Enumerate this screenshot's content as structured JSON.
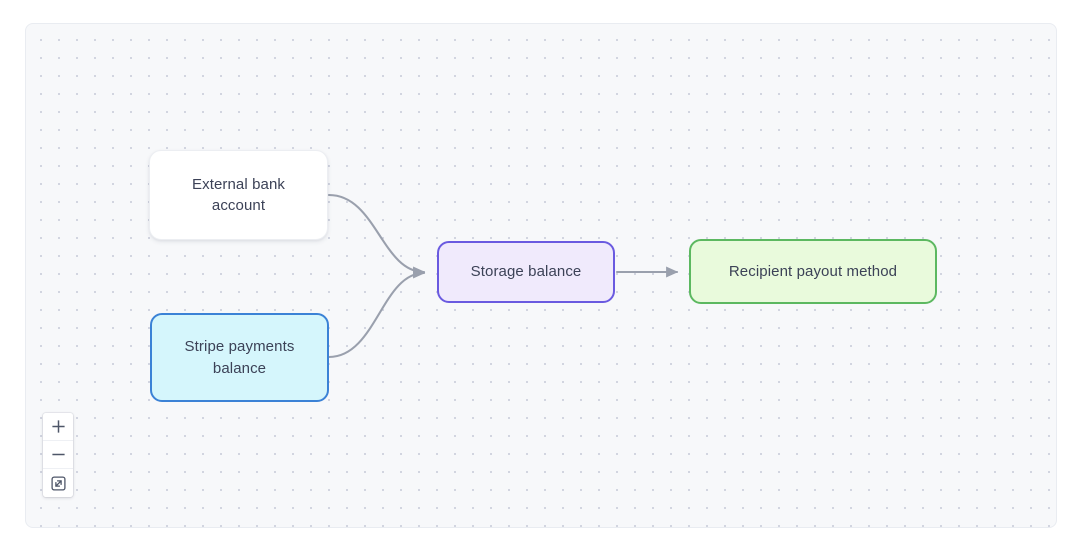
{
  "canvas": {
    "background_color": "#f7f8fa",
    "dot_color": "#d2d5e0",
    "border_color": "#e9ecf1"
  },
  "diagram": {
    "type": "flow",
    "title": "",
    "nodes": [
      {
        "id": "external-bank-account",
        "label": "External bank account",
        "style": "white",
        "fill": "#ffffff",
        "border": "#eceef2",
        "text_color": "#3c4257"
      },
      {
        "id": "stripe-payments-balance",
        "label": "Stripe payments balance",
        "style": "cyan",
        "fill": "#d5f6fc",
        "border": "#3b82d6",
        "text_color": "#3c4257"
      },
      {
        "id": "storage-balance",
        "label": "Storage balance",
        "style": "purple",
        "fill": "#f0eafc",
        "border": "#6a5ae0",
        "text_color": "#3c4257"
      },
      {
        "id": "recipient-payout-method",
        "label": "Recipient payout method",
        "style": "green",
        "fill": "#e9fadc",
        "border": "#5cb860",
        "text_color": "#3c4257"
      }
    ],
    "edges": [
      {
        "id": "edge-1",
        "from": "external-bank-account",
        "to": "storage-balance",
        "shape": "bezier",
        "arrow": true,
        "color": "#9aa0ad"
      },
      {
        "id": "edge-2",
        "from": "stripe-payments-balance",
        "to": "storage-balance",
        "shape": "bezier",
        "arrow": true,
        "color": "#9aa0ad"
      },
      {
        "id": "edge-3",
        "from": "storage-balance",
        "to": "recipient-payout-method",
        "shape": "straight",
        "arrow": true,
        "color": "#9aa0ad"
      }
    ]
  },
  "controls": {
    "zoom_in": {
      "name": "zoom-in",
      "glyph": "+",
      "tooltip": "zoom in"
    },
    "zoom_out": {
      "name": "zoom-out",
      "glyph": "−",
      "tooltip": "zoom out"
    },
    "fit_view": {
      "name": "fit-view",
      "glyph": "⤡",
      "tooltip": "fit view"
    }
  }
}
